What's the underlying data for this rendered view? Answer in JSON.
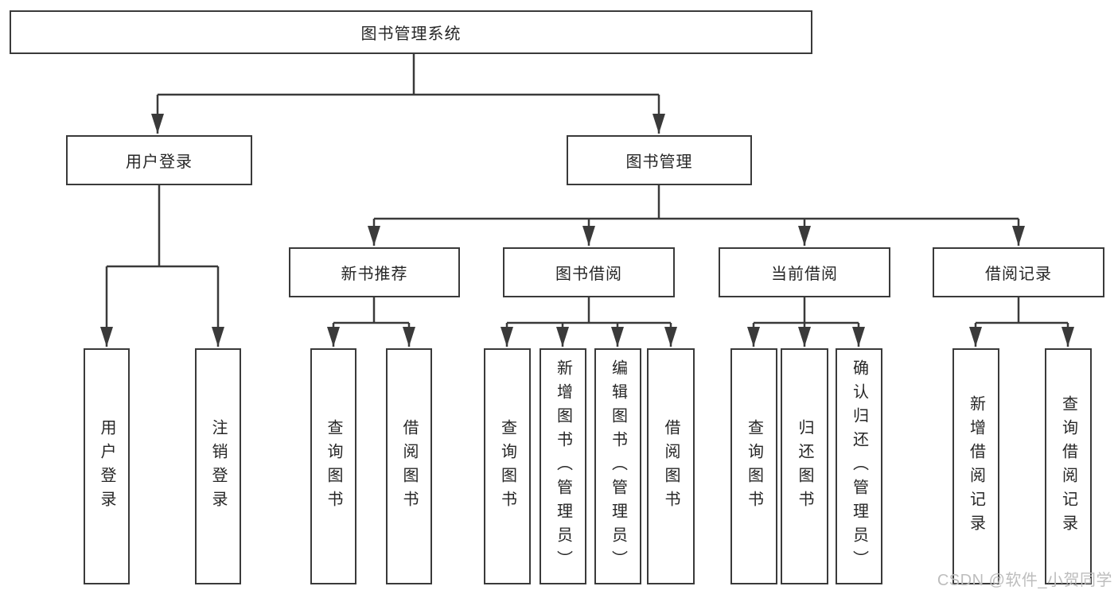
{
  "diagram": {
    "root": {
      "label": "图书管理系统"
    },
    "branches": [
      {
        "label": "用户登录",
        "children": [
          {
            "label": "用户登录"
          },
          {
            "label": "注销登录"
          }
        ]
      },
      {
        "label": "图书管理",
        "children": [
          {
            "label": "新书推荐",
            "children": [
              {
                "label": "查询图书"
              },
              {
                "label": "借阅图书"
              }
            ]
          },
          {
            "label": "图书借阅",
            "children": [
              {
                "label": "查询图书"
              },
              {
                "label": "新增图书（管理员）"
              },
              {
                "label": "编辑图书（管理员）"
              },
              {
                "label": "借阅图书"
              }
            ]
          },
          {
            "label": "当前借阅",
            "children": [
              {
                "label": "查询图书"
              },
              {
                "label": "归还图书"
              },
              {
                "label": "确认归还（管理员）"
              }
            ]
          },
          {
            "label": "借阅记录",
            "children": [
              {
                "label": "新增借阅记录"
              },
              {
                "label": "查询借阅记录"
              }
            ]
          }
        ]
      }
    ]
  },
  "watermark": {
    "text": "CSDN @软件_小贺同学"
  },
  "colors": {
    "line": "#3a3a3a",
    "box_border": "#3a3a3a",
    "text": "#262626",
    "background": "#ffffff",
    "watermark": "#bdbdbd"
  }
}
